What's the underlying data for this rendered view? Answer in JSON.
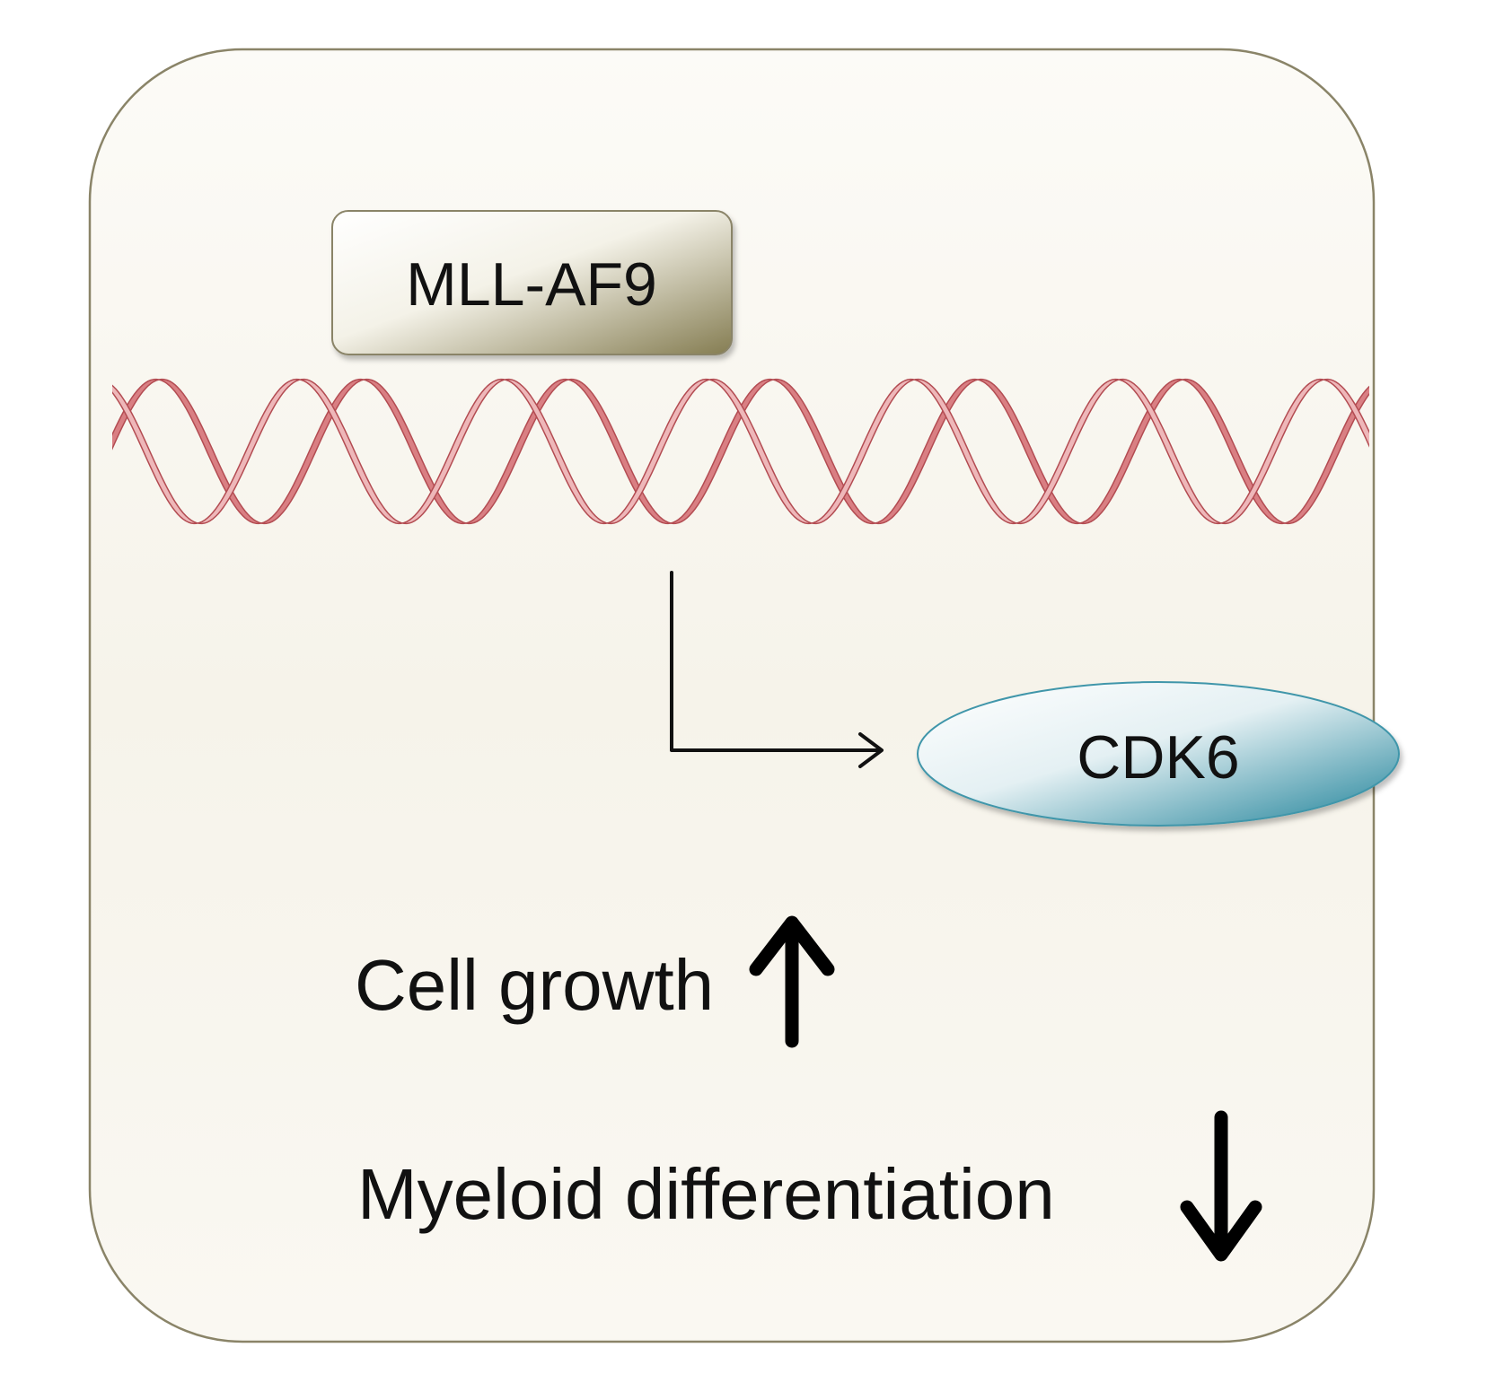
{
  "labels": {
    "protein": "MLL-AF9",
    "target_gene": "CDK6",
    "effect_1": "Cell growth",
    "effect_2": "Myeloid differentiation"
  },
  "effects": [
    {
      "text": "Cell growth",
      "direction": "up"
    },
    {
      "text": "Myeloid differentiation",
      "direction": "down"
    }
  ],
  "icons": {
    "dna": "dna-helix-icon",
    "activation": "activation-arrow-icon",
    "increase": "up-arrow-icon",
    "decrease": "down-arrow-icon"
  },
  "colors": {
    "panel_border": "#8a8468",
    "panel_bg": "#f7f5ef",
    "dna_strand": "#d97f83",
    "dna_strand_light": "#eeb7b9",
    "dna_outline": "#b34c52",
    "protein_shade": "#8c8560",
    "cdk6_shade": "#2a8aa0"
  }
}
